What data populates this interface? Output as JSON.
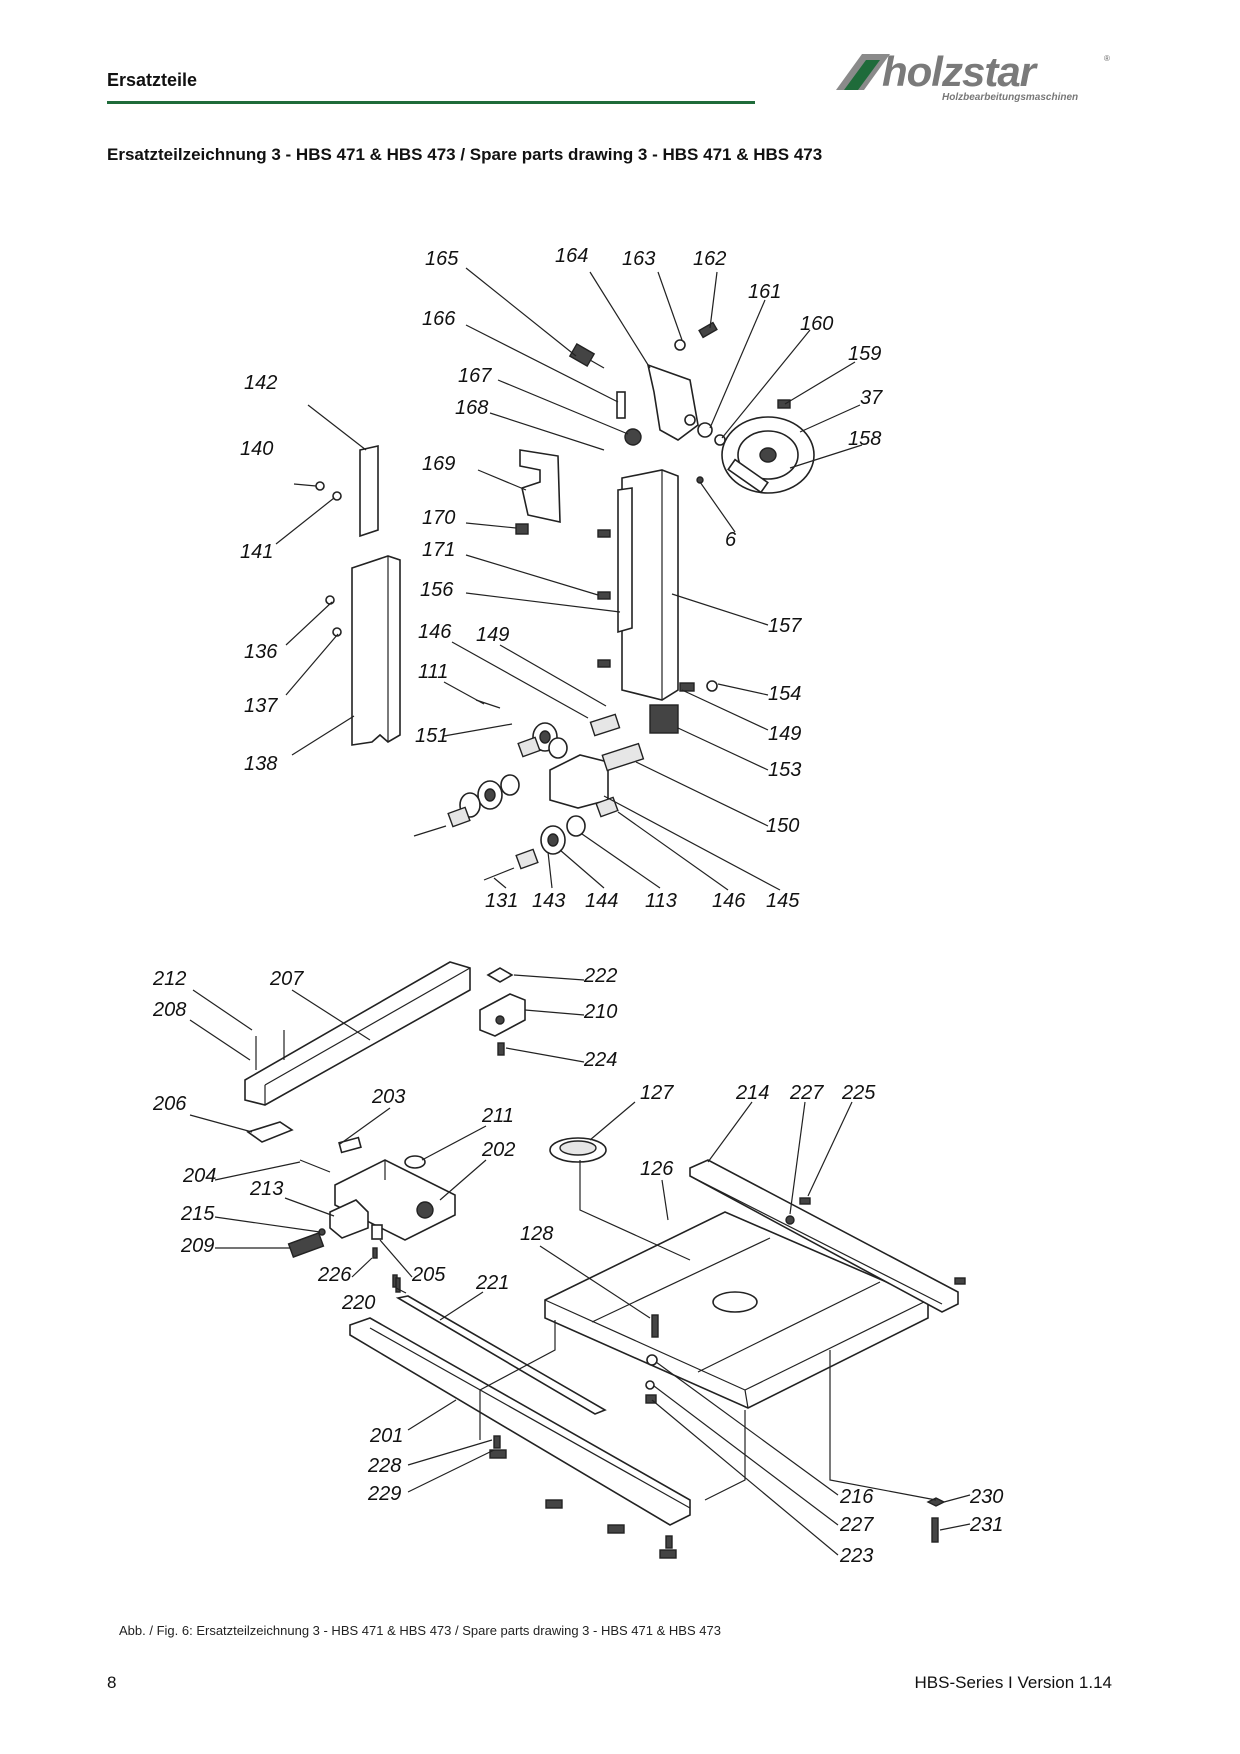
{
  "header": {
    "section_title": "Ersatzteile",
    "logo_text": "holzstar",
    "logo_subtitle": "Holzbearbeitungsmaschinen",
    "logo_registered": "®"
  },
  "drawing_title": "Ersatzteilzeichnung 3 - HBS 471 & HBS 473 / Spare parts drawing 3 - HBS 471 & HBS 473",
  "callouts_upper": [
    "165",
    "164",
    "163",
    "162",
    "161",
    "160",
    "159",
    "37",
    "158",
    "166",
    "167",
    "168",
    "169",
    "170",
    "171",
    "156",
    "157",
    "6",
    "142",
    "140",
    "141",
    "136",
    "137",
    "138",
    "146",
    "149",
    "111",
    "151",
    "154",
    "149",
    "153",
    "150",
    "131",
    "143",
    "144",
    "113",
    "146",
    "145"
  ],
  "callouts_lower": [
    "212",
    "207",
    "208",
    "206",
    "222",
    "210",
    "224",
    "203",
    "211",
    "202",
    "204",
    "213",
    "215",
    "209",
    "226",
    "205",
    "220",
    "221",
    "127",
    "214",
    "227",
    "225",
    "126",
    "128",
    "201",
    "228",
    "229",
    "216",
    "227",
    "223",
    "230",
    "231"
  ],
  "caption": "Abb. / Fig. 6: Ersatzteilzeichnung 3 - HBS 471 & HBS 473 / Spare parts drawing 3 - HBS 471 & HBS 473",
  "footer": {
    "page_number": "8",
    "version": "HBS-Series I Version 1.14"
  }
}
